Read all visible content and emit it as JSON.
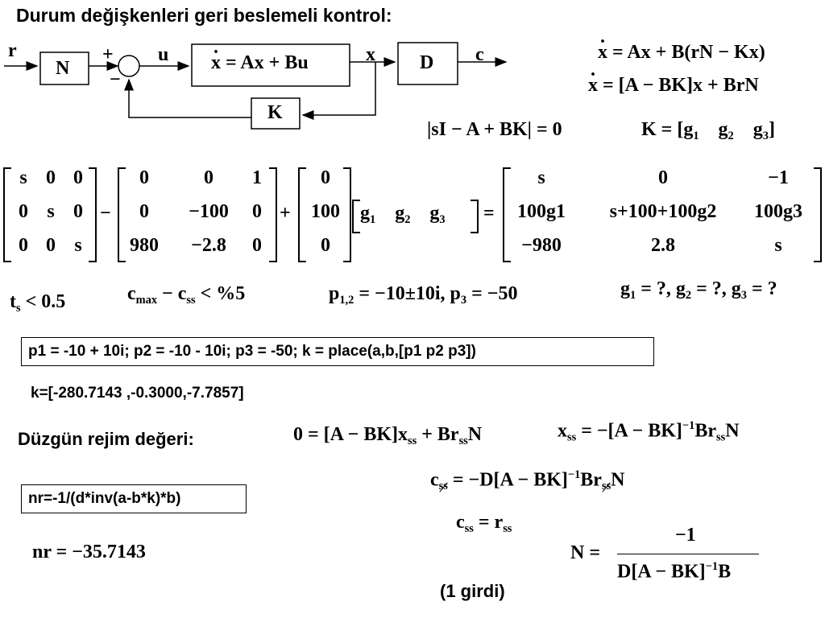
{
  "title": "Durum değişkenleri geri beslemeli kontrol:",
  "diagram": {
    "r": "r",
    "N": "N",
    "plus": "+",
    "minus": "−",
    "u": "u",
    "plant_lhs": "x",
    "plant_rhs": " = Ax + Bu",
    "x": "x",
    "D": "D",
    "c": "c",
    "K": "K"
  },
  "equations": {
    "eq1_rhs": " = Ax + B(rN − Kx)",
    "eq2_rhs": " = [A − BK]x + BrN",
    "char_eq": "|sI − A + BK| = 0",
    "K_def": "K = [g",
    "spec_ts": "t",
    "spec_cmax": "c",
    "spec_poles": "p",
    "unknowns": "g"
  },
  "matrices": {
    "sI": [
      [
        "s",
        "0",
        "0"
      ],
      [
        "0",
        "s",
        "0"
      ],
      [
        "0",
        "0",
        "s"
      ]
    ],
    "A": [
      [
        "0",
        "0",
        "1"
      ],
      [
        "0",
        "−100",
        "0"
      ],
      [
        "980",
        "−2.8",
        "0"
      ]
    ],
    "B": [
      "0",
      "100",
      "0"
    ],
    "minus": "−",
    "plus": "+",
    "equals": "=",
    "result": [
      [
        "s",
        "0",
        "−1"
      ],
      [
        "100g1",
        "s+100+100g2",
        "100g3"
      ],
      [
        "−980",
        "2.8",
        "s"
      ]
    ]
  },
  "code": {
    "line1": "p1 = -10 + 10i; p2 = -10 - 10i; p3 = -50; k = place(a,b,[p1 p2 p3])",
    "result1": "k=[-280.7143 ,-0.3000,-7.7857]",
    "line2": "nr=-1/(d*inv(a-b*k)*b)"
  },
  "steady": {
    "label": "Düzgün rejim değeri:",
    "nr_value": "nr = −35.7143",
    "footer": "(1 girdi)"
  }
}
